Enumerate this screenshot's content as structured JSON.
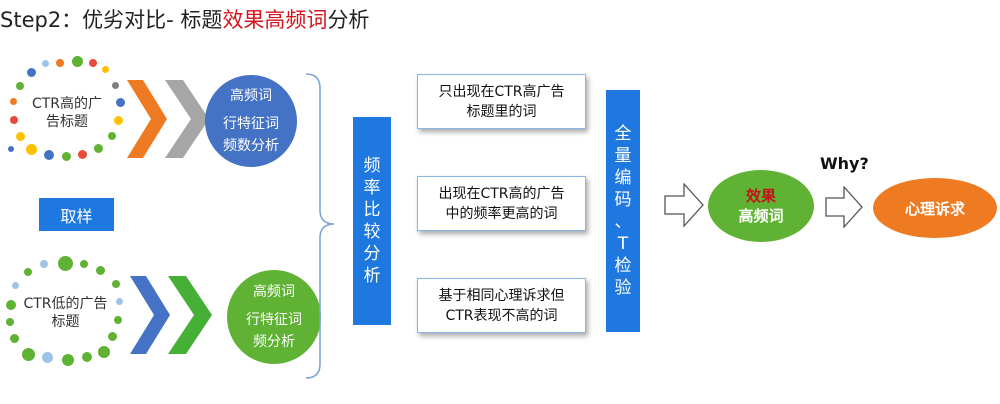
{
  "title": {
    "prefix": "Step2：优劣对比- 标题",
    "highlight": "效果高频词",
    "suffix": "分析"
  },
  "top_group": {
    "cluster_label": "CTR高的广告标题",
    "circle_line1": "高频词",
    "circle_line2": "行特征词",
    "circle_line3": "频数分析"
  },
  "sample_button": "取样",
  "bottom_group": {
    "cluster_label": "CTR低的广告标题",
    "circle_line1": "高频词",
    "circle_line2": "行特征词",
    "circle_line3": "频分析"
  },
  "freq_compare": "频率比较分析",
  "boxes": [
    "只出现在CTR高广告标题里的词",
    "出现在CTR高的广告中的频率更高的词",
    "基于相同心理诉求但CTR表现不高的词"
  ],
  "encode_bar": "全量编码、T检验",
  "effect": {
    "line1": "效果",
    "line2": "高频词"
  },
  "why": "Why?",
  "appeal": "心理诉求",
  "colors": {
    "blue": "#1e78e0",
    "orange": "#ee7a22",
    "gray": "#a6a6a6",
    "green": "#45b035",
    "circle_blue": "#4472c4",
    "circle_green": "#5fb233",
    "red_text": "#c4131b"
  }
}
